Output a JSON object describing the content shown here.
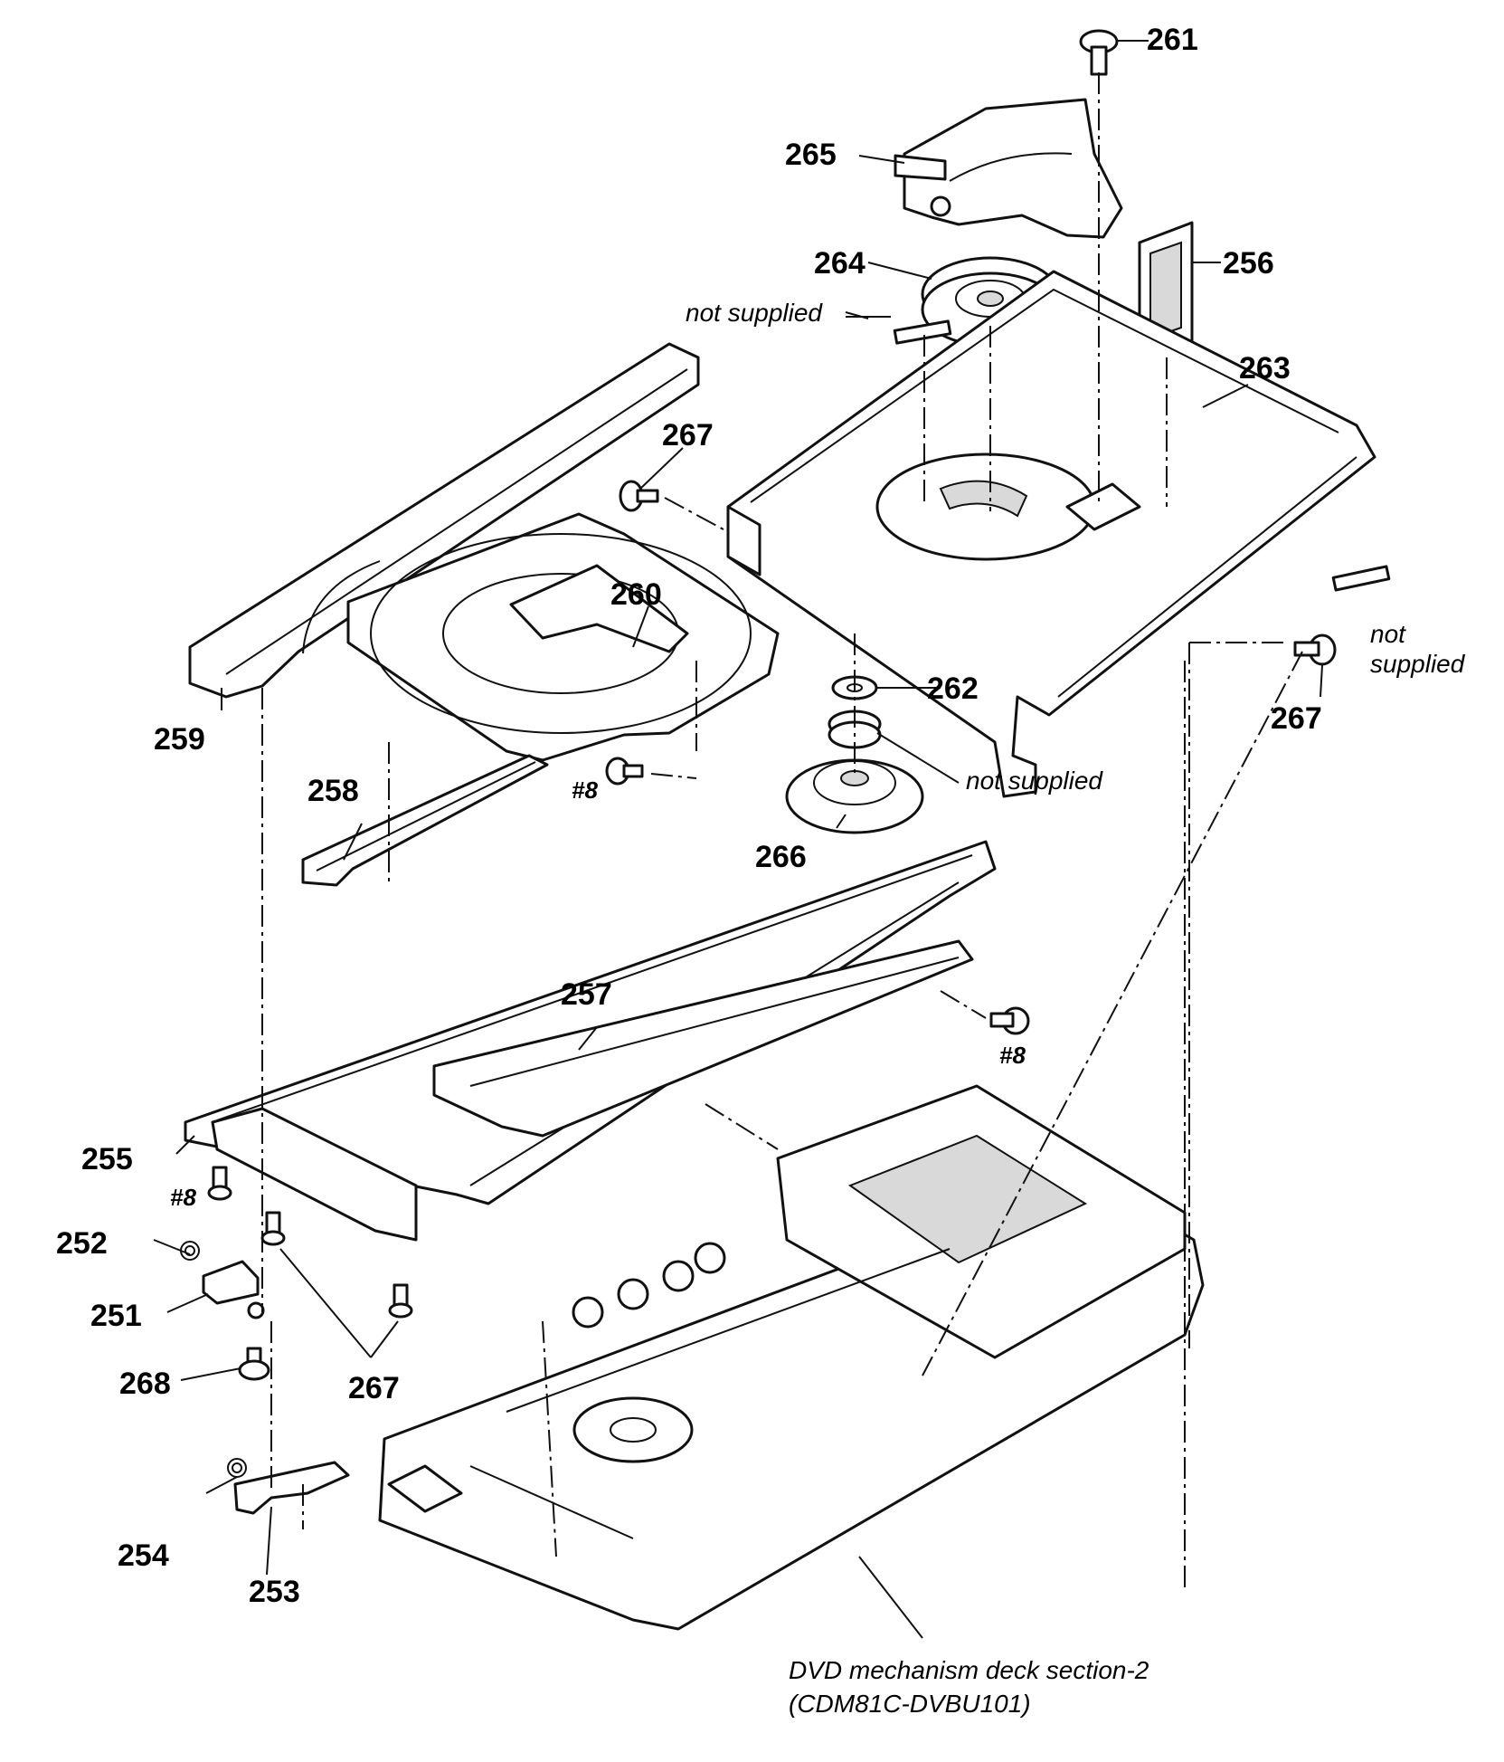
{
  "parts": {
    "p261": "261",
    "p265": "265",
    "p264": "264",
    "p256": "256",
    "p263": "263",
    "p267a": "267",
    "p260": "260",
    "p259": "259",
    "p262": "262",
    "p267b": "267",
    "p258": "258",
    "p266": "266",
    "p257": "257",
    "p255": "255",
    "p252": "252",
    "p251": "251",
    "p268": "268",
    "p267c": "267",
    "p254": "254",
    "p253": "253"
  },
  "screws": {
    "s8a": "#8",
    "s8b": "#8",
    "s8c": "#8"
  },
  "notes": {
    "not_supplied_top": "not supplied",
    "not_supplied_right_1": "not",
    "not_supplied_right_2": "supplied",
    "not_supplied_mid": "not supplied",
    "deck_line1": "DVD mechanism deck section-2",
    "deck_line2": "(CDM81C-DVBU101)"
  }
}
